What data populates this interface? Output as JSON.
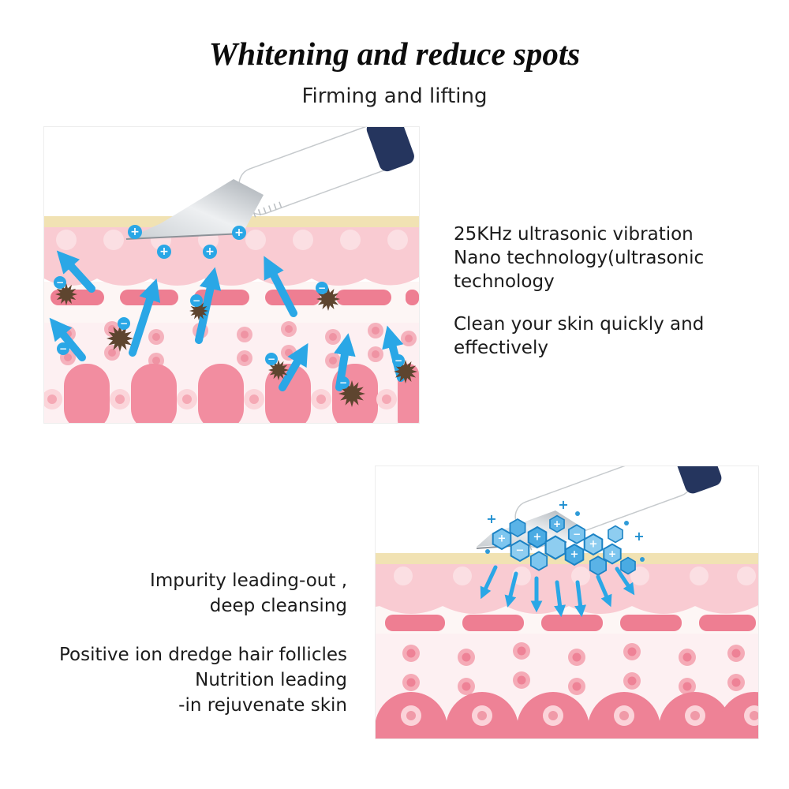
{
  "page": {
    "title": "Whitening and reduce spots",
    "subtitle": "Firming and lifting"
  },
  "features": {
    "ultrasonic": {
      "lines": [
        "25KHz ultrasonic vibration",
        "Nano technology(ultrasonic",
        "technology"
      ]
    },
    "clean": {
      "lines": [
        "Clean your skin quickly and",
        "effectively"
      ]
    }
  },
  "benefits": {
    "impurity": {
      "lines": [
        "Impurity leading-out ,",
        "deep cleansing"
      ]
    },
    "positive_ion": {
      "lines": [
        "Positive ion dredge hair follicles",
        "Nutrition leading",
        "-in rejuvenate skin"
      ]
    }
  },
  "symbols": {
    "plus": "+",
    "minus": "−"
  },
  "colors": {
    "arrow_blue": "#2aa7e6",
    "ion_blue": "#2f9bd8",
    "impurity_brown": "#5e452f",
    "skin_cream": "#f1e2b3",
    "skin_pink": "#f9cbd2",
    "skin_deep_pink": "#ee8296",
    "device_cap_navy": "#25355e"
  }
}
